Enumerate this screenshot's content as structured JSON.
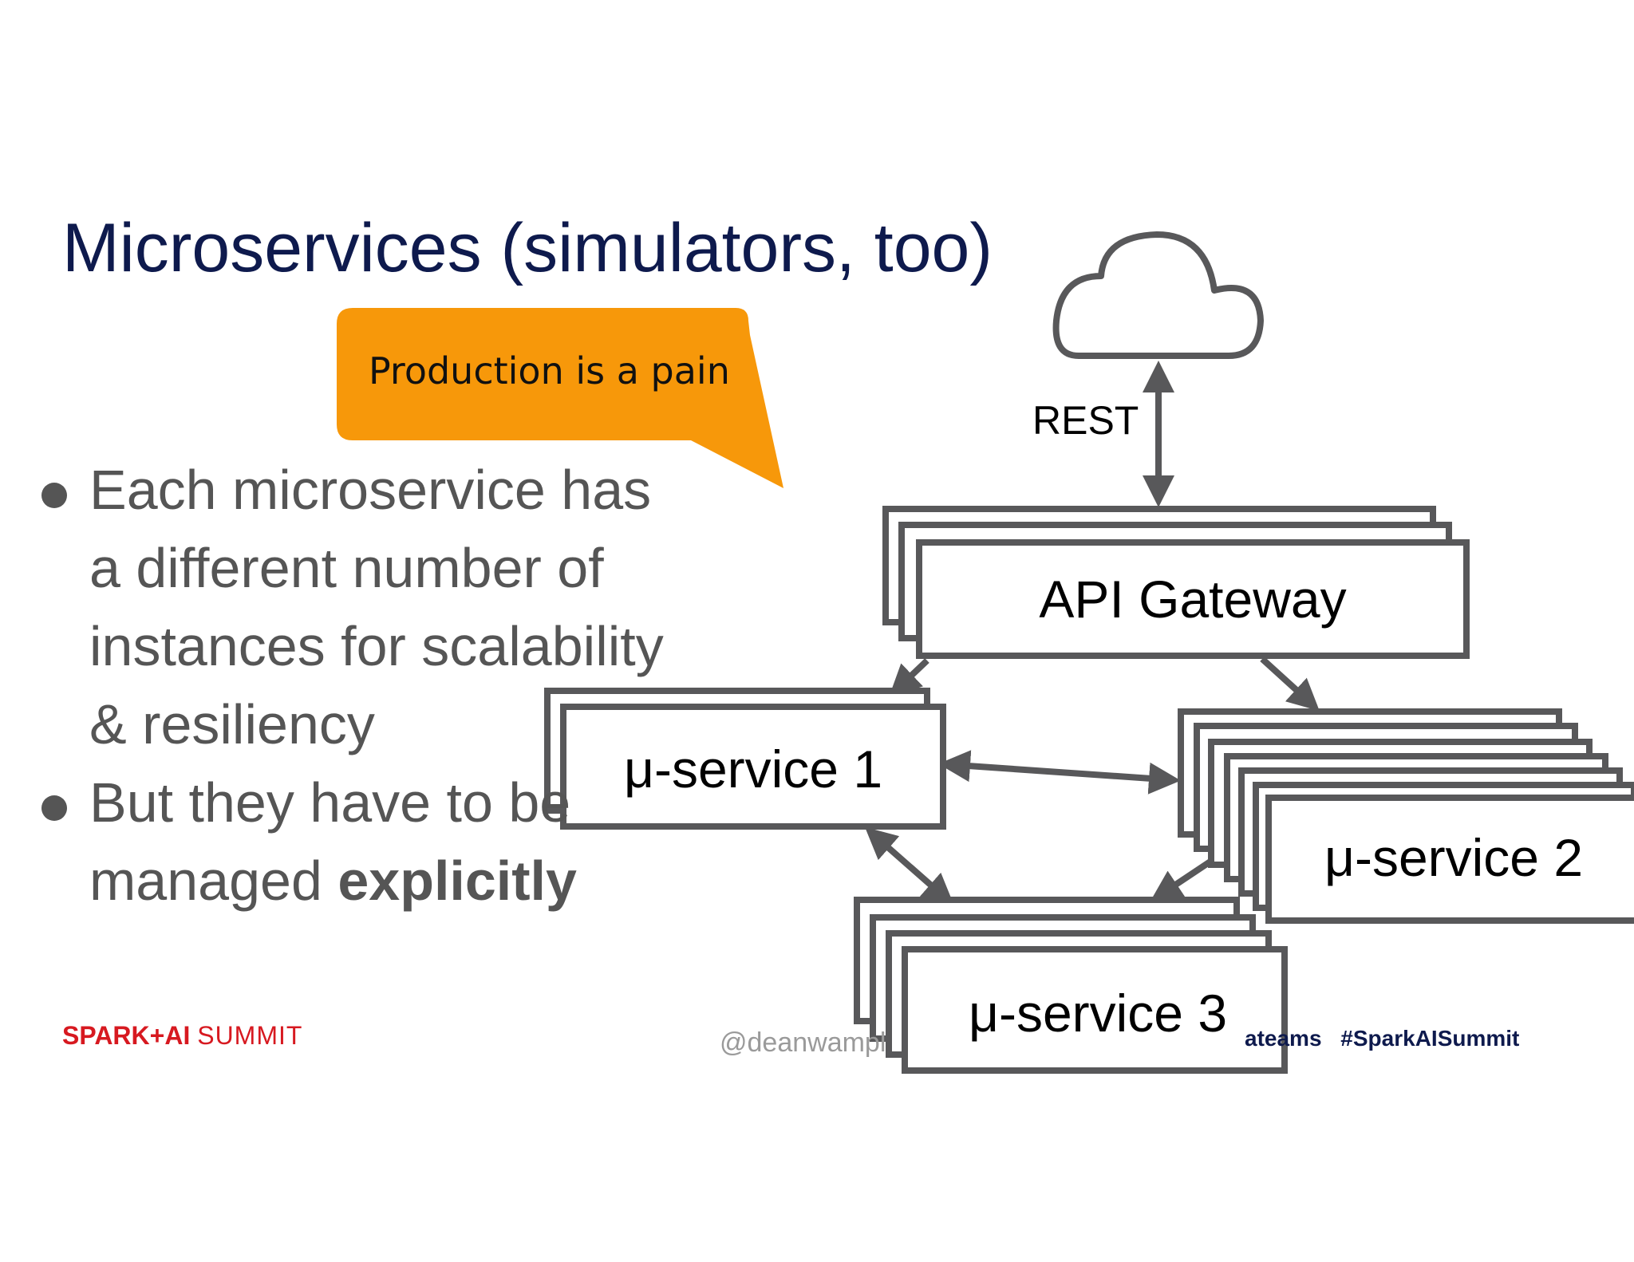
{
  "slide": {
    "title": "Microservices (simulators, too)",
    "callout": "Production is a pain",
    "bullets": [
      {
        "text": "Each microservice has a different number of instances for scalability & resiliency"
      },
      {
        "text_before": "But they have to be managed ",
        "text_bold": "explicitly"
      }
    ]
  },
  "diagram": {
    "rest_label": "REST",
    "gateway_label": "API Gateway",
    "service1_label": "μ-service 1",
    "service2_label": "μ-service 2",
    "service3_label": "μ-service 3"
  },
  "footer": {
    "brand_bold": "SPARK+AI",
    "brand_regular": "SUMMIT",
    "handle": "@deanwampl",
    "hashtag_partial": "ateams",
    "hashtag": "#SparkAISummit"
  },
  "colors": {
    "title": "#0e1a4d",
    "callout": "#f7980a",
    "body_text": "#555555",
    "diagram_stroke": "#58585a",
    "brand": "#d71920"
  }
}
